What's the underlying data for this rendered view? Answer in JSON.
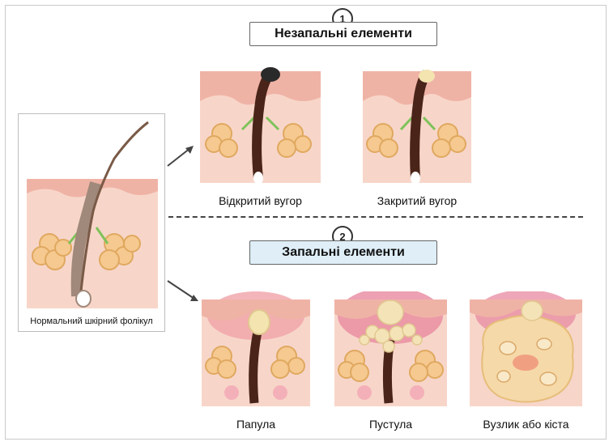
{
  "groups": [
    {
      "number": "1",
      "title": "Незапальні елементи"
    },
    {
      "number": "2",
      "title": "Запальні елементи"
    }
  ],
  "normal": {
    "label": "Нормальний шкірний фолікул"
  },
  "noninflammatory": [
    {
      "label": "Відкритий вугор"
    },
    {
      "label": "Закритий вугор"
    }
  ],
  "inflammatory": [
    {
      "label": "Папула"
    },
    {
      "label": "Пустула"
    },
    {
      "label": "Вузлик або кіста"
    }
  ],
  "colors": {
    "skin": "#f6cfc0",
    "epidermis": "#efb3a6",
    "gland": "#f4c98a",
    "hair": "#4a2418",
    "inflammation": "#e8788f",
    "header_bg": "#dfeef7"
  }
}
